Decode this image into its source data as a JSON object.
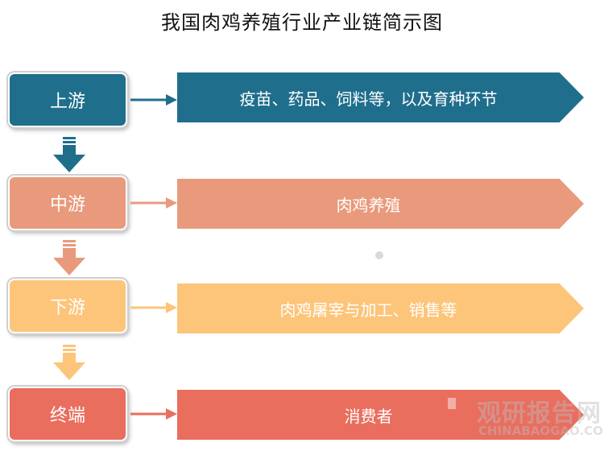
{
  "title": "我国肉鸡养殖行业产业链简示图",
  "stages": [
    {
      "label": "上游",
      "content": "疫苗、药品、饲料等，以及育种环节",
      "color": "#1f6e8c"
    },
    {
      "label": "中游",
      "content": "肉鸡养殖",
      "color": "#e99a7c"
    },
    {
      "label": "下游",
      "content": "肉鸡屠宰与加工、销售等",
      "color": "#fcc57a"
    },
    {
      "label": "终端",
      "content": "消费者",
      "color": "#e96e5e"
    }
  ],
  "watermark": {
    "main": "观研报告网",
    "sub": "CHINABAOGAO.COM"
  }
}
